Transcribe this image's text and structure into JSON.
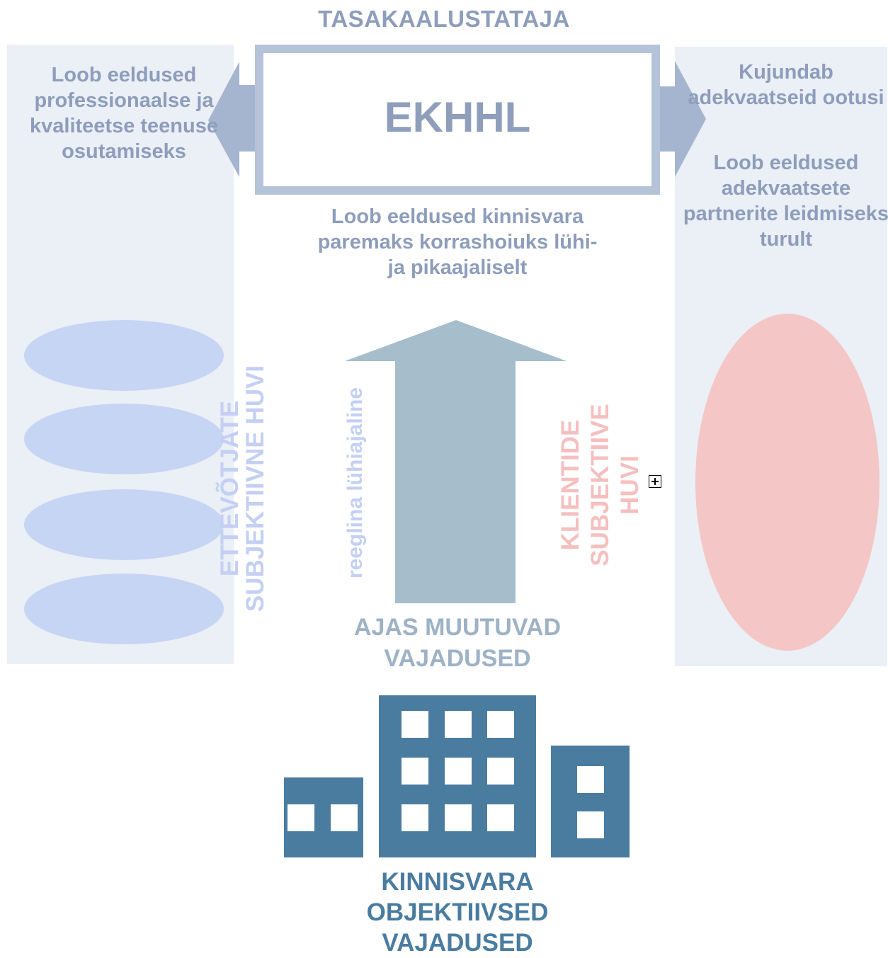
{
  "top_title": "TASAKAALUSTATAJA",
  "center_box": {
    "label": "EKHHL"
  },
  "left_panel": {
    "text": "Loob eeldused professionaalse ja kvaliteetse teenuse osutamiseks"
  },
  "right_panel": {
    "text_1": "Kujundab adekvaatseid ootusi",
    "text_2": "Loob eeldused adekvaatsete partnerite leidmiseks turult"
  },
  "center_note": "Loob eeldused kinnisvara paremaks korrashoiuks lühi- ja pikaajaliselt",
  "vertical_labels": {
    "left_main": "ETTEVÕTJATE SUBJEKTIIVNE HUVI",
    "left_sub": "reeglina lühiajaline",
    "right_main": "KLIENTIDE SUBJEKTIIVE HUVI"
  },
  "arrow_label": "AJAS MUUTUVAD VAJADUSED",
  "bottom_label": "KINNISVARA OBJEKTIIVSED VAJADUSED",
  "colors": {
    "panel_bg": "#ebeff6",
    "box_border": "#b5c3d9",
    "left_ellipses": "#c7d5f4",
    "right_ellipse": "#f4c6c6",
    "up_arrow": "#a6bdcc",
    "side_arrows": "#a6b5cf",
    "buildings": "#4a7ca0"
  },
  "icons": {
    "expand": "plus-square-icon",
    "buildings": "city-buildings-icon"
  }
}
